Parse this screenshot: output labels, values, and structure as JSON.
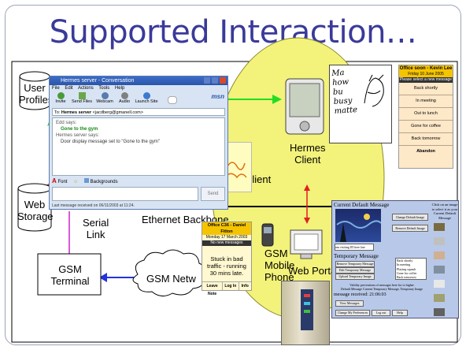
{
  "slide": {
    "title": "Supported Interaction…"
  },
  "nodes": {
    "user_profiles": "User\nProfiles",
    "web_storage": "Web\nStorage",
    "serial_link": "Serial\nLink",
    "ethernet_backbone": "Ethernet Backbone",
    "gsm_terminal": "GSM\nTerminal",
    "gsm_network": "GSM Netw",
    "hermes_client": "Hermes\nClient",
    "client": "Client",
    "gsm_mobile_phone": "GSM\nMobile\nPhone",
    "web_portal": "Web Portal"
  },
  "messenger": {
    "title": "Hermes server - Conversation",
    "menu": [
      "File",
      "Edit",
      "Actions",
      "Tools",
      "Help"
    ],
    "toolbar": [
      "Invite",
      "Send Files",
      "Webcam",
      "Audio",
      "Launch Site"
    ],
    "brand": "msn",
    "to_label": "To:",
    "to_name": "Hermes server",
    "to_email": "<jacdberg@gmanell.com>",
    "lines": [
      {
        "text": "Edd says:",
        "style": "say"
      },
      {
        "text": "Gone to the gym",
        "style": "msg"
      },
      {
        "text": "Hermes server says:",
        "style": "say"
      },
      {
        "text": "Door display message set to \"Gone to the gym\"",
        "style": "plain"
      }
    ],
    "font_btn": "Font",
    "emoticon_btn": "☺",
    "backgrounds_btn": "Backgrounds",
    "send_btn": "Send",
    "status": "Last message received on 06/11/2003 at 11:24."
  },
  "door_display": {
    "header": "Office soon - Kevin Lee",
    "date": "Friday 10 June 2005",
    "prompt": "Please select a new message",
    "buttons": [
      "Back shortly",
      "In meeting",
      "Out to lunch",
      "Gone for coffee",
      "Back tomorrow",
      "Abandon"
    ]
  },
  "handwriting": {
    "text": "Ma\nhow\nbu\nbusy\nmatte"
  },
  "phone_note": {
    "header": "Office C36 - Daniel Fitton",
    "date": "Monday 17 March 2003",
    "status": "No new messages",
    "message": "Stuck in bad\ntraffic - running\n30 mins late.",
    "buttons": [
      "Leave Note",
      "Log In",
      "Info"
    ]
  },
  "portal": {
    "current_title": "Current Default Message",
    "change_default_btn": "Change Default Image",
    "remove_default_btn": "Remove Default Image",
    "side_text": "Click on an image to select it as your Current Default Message",
    "input_value": "am visiting ID here late",
    "temp_title": "Temporary Message",
    "remove_temp_btn": "Remove Temporary Message",
    "edit_temp_btn": "Edit Temporary Message",
    "upload_temp_btn": "Upload Temporary Image",
    "list_items": [
      "Back shortly",
      "In meeting",
      "Playing squash",
      "Gone for coffee",
      "Back tomorrow"
    ],
    "info_line1": "Validity preventions of messages here for to higher",
    "info_line2": "Default Message Current Temporary Message, Temporary Image",
    "received": "message received: 21:06:03",
    "view_messages_btn": "View Messages",
    "change_prefs_btn": "Change My Preferences",
    "logout_btn": "Log out",
    "help_btn": "Help"
  },
  "colors": {
    "title": "#3a3a9a",
    "ellipse": "#f3f27a",
    "arrow_green": "#22dd22",
    "arrow_red": "#e02020",
    "arrow_blue": "#2233dd",
    "link_magenta": "#d020d0"
  }
}
